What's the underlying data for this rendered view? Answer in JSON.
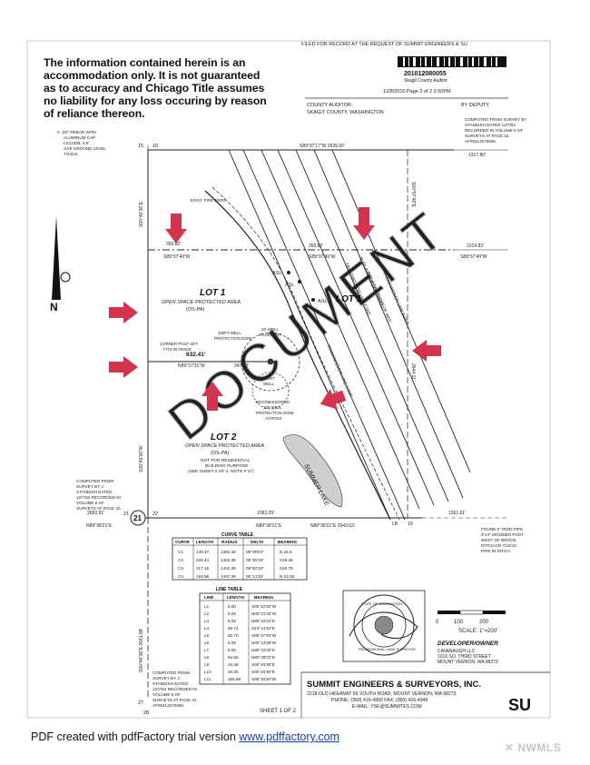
{
  "disclaimer": [
    "The information contained herein is an",
    "accommodation only. It is not guaranteed",
    "as to accuracy and Chicago Title assumes",
    "no liability for any loss occuring by reason",
    "of reliance thereon."
  ],
  "header": {
    "filed_for_record": "FILED FOR RECORD AT THE REQUEST OF SUMMIT ENGINEERS & SU",
    "barcode_number": "201012080055",
    "barcode_caption": "Skagit County Auditor",
    "recording_line": "12/8/2010 Page     2 of    2  2:50PM",
    "county_auditor": "COUNTY AUDITOR",
    "county_name": "SKAGIT COUNTY, WASHINGTON",
    "by_deputy": "BY DEPUTY"
  },
  "notes": {
    "top_left_monument": [
      "0. 3/4\" REBAR WITH",
      "ALUMINUM CAP",
      "LS12338, 0.6'",
      "OVE GROUND LEVEL",
      "7/24/10"
    ],
    "top_right_survey": [
      "COMPUTED FROM SURVEY BY",
      "STANDISH DATED 12/7/84",
      "RECORDED IN VOLUME 6 OF",
      "SURVEYS AT PAGE 22,",
      "AF#8412070066."
    ],
    "left_survey": [
      "COMPUTED FROM",
      "SURVEY BY J.",
      "STANDISH DATED",
      "12/7/84 RECORDED IN",
      "VOLUME 6 OF",
      "SURVEYS AT PAGE 22,",
      "AF#8412070066."
    ],
    "bottom_left_survey": [
      "COMPUTED FROM",
      "SURVEY BY J.",
      "STANDISH DATED",
      "12/7/84 RECORDED IN",
      "VOLUME 6 OF",
      "SURVEYS AT PAGE 22,",
      "AF#8412070066."
    ],
    "right_pipe": [
      "FOUND 2\" IRON PIPE",
      "4\"x4\" WOODEN POST",
      "WEST OF BROOK",
      "DITCH ON 7/24/10",
      "PIPE IN DITCH."
    ],
    "corner_post": [
      "CORNER POST SET",
      "FITS IN FENCE"
    ],
    "well_zone_upper": [
      "100FT WELL",
      "PROTECTION ZONE"
    ],
    "well_easement": [
      "20' WELL",
      "EASEMENT"
    ],
    "well_zone_lower": [
      "DECOMISSIONED",
      "100 WELL",
      "PROTECTION ZONE",
      "ACROSS"
    ],
    "exist_well": [
      "EXIST",
      "WELL"
    ],
    "exist_fire_pond": "EXIST. FIRE POND",
    "lot2_note": [
      "NOT FOR RESIDENTIAL",
      "BUILDING PURPOSE",
      "(SEE SHEET 2 OF 2, NOTE # 17)"
    ]
  },
  "map": {
    "lot1_left_title": "LOT 1",
    "lot1_left_sub": "OPEN SPACE PROTECTED AREA",
    "lot1_left_code": "(OS-PA)",
    "lot1_right_title": "LOT 1",
    "lot2_title": "LOT 2",
    "lot2_sub": "OPEN SPACE PROTECTED AREA",
    "lot2_code": "(OS-PA)",
    "lake": "SUMMER LAKE",
    "asl_labels": [
      "ASL",
      "ASL",
      "ASL"
    ],
    "corners": [
      "15",
      "16",
      "21",
      "22",
      "27",
      "28"
    ],
    "bearings": {
      "top": "S89°37'17\"W  2635.60'",
      "top_right_dist": "1317.80'",
      "mid_left_dist": "350.82'",
      "mid_left_bearing": "S89°37'49\"W",
      "mid_center_dist": "350.82'",
      "mid_center_bearing": "S89°37'49\"W",
      "mid_right_dist": "1319.83'",
      "mid_right_bearing": "S89°37'49\"W",
      "lot_line_dist": "632.41'",
      "lot_line_bearing": "N89°37'31\"W",
      "lot_line_seg": "247.60'",
      "bottom_left_dist": "2650.81'",
      "bottom_left_bearing": "N89°38'21\"E",
      "bottom_mid_dist": "1282.29'",
      "bottom_mid_bearing": "N89°38'21\"E",
      "bottom_total": "N89°38'21\"E  2643.63'",
      "bottom_right_dist": "1361.61'",
      "left_upper": "S00°46'36\"E",
      "left_lower": "S00°46'36\"W",
      "left_bottom": "S00°46'38\"E 2641.88'",
      "right_upper": "S00°57'48\"E",
      "right_lower": "2644.11'",
      "lb": "LB",
      "bottom_corner_19": "19"
    },
    "road_labels": [
      "TRANSMISSION LINE ESMT",
      "BURLINGTON NORTHERN",
      "RAILROAD RIGHT OF WAY",
      "TRANSMISSION LINE ESMT",
      "TRANSMISSION LINE ESMT"
    ],
    "watermark": "DOCUMENT"
  },
  "curve_table": {
    "title": "CURVE TABLE",
    "headers": [
      "CURVE",
      "LENGTH",
      "RADIUS",
      "DELTA",
      "BEARING"
    ],
    "rows": [
      [
        "C1",
        "149.47",
        "1392.39",
        "06°09'03\"",
        "N 24.8"
      ],
      [
        "C2",
        "226.44",
        "1402.39",
        "08°30'19\"",
        "S15.45"
      ],
      [
        "C3",
        "217.15",
        "1402.39",
        "08°52'19\"",
        "S20.79"
      ],
      [
        "C4",
        "159.98",
        "1467.39",
        "06°14'35\"",
        "N 23.08"
      ]
    ]
  },
  "line_table": {
    "title": "LINE TABLE",
    "headers": [
      "LINE",
      "LENGTH",
      "BEARING"
    ],
    "rows": [
      [
        "L1",
        "5.00",
        "S89°42'20\"W"
      ],
      [
        "L2",
        "6.00",
        "N00°21'32\"W"
      ],
      [
        "L3",
        "5.00",
        "N89°42'21\"E"
      ],
      [
        "L4",
        "58.74",
        "S43°14'40\"E"
      ],
      [
        "L5",
        "60.70",
        "S89°37'49\"W"
      ],
      [
        "L6",
        "8.00",
        "N00°12'58\"W"
      ],
      [
        "L7",
        "5.00",
        "N89°42'20\"E"
      ],
      [
        "L8",
        "54.55",
        "N80°28'21\"E"
      ],
      [
        "L9",
        "24.38",
        "S00°46'38\"E"
      ],
      [
        "L10",
        "30.00",
        "S00°46'38\"E"
      ],
      [
        "L11",
        "155.88",
        "S89°10'40\"W"
      ]
    ]
  },
  "seal": {
    "text": "PROFESSIONAL LAND SURVEYOR",
    "state": "STATE OF WASHINGTON"
  },
  "scale": {
    "ticks": [
      "0",
      "100",
      "200"
    ],
    "label": "SCALE: 1\"=200'"
  },
  "developer": {
    "heading": "DEVELOPER/OWNER",
    "lines": [
      "CAVANAUGH LLC",
      "1016 SO. THIRD STREET",
      "MOUNT VERNON, WA 98273"
    ]
  },
  "company": {
    "name": "SUMMIT ENGINEERS & SURVEYORS, INC.",
    "address": "2218 OLD HIGHWAY 99 SOUTH ROAD, MOUNT VERNON, WA 98273",
    "phone": "PHONE: (360) 416-4900  FAX: (360) 416-4949",
    "email": "E-MAIL: YSK@SUMMITES.COM",
    "logo_text": "SU"
  },
  "sheet": "SHEET 1 OF 2",
  "north": "N",
  "footer": {
    "prefix": "PDF created with pdfFactory trial version ",
    "link": "www.pdffactory.com"
  },
  "watermark_mark": "NWMLS",
  "colors": {
    "arrow": "#d5344e",
    "ink": "#222222",
    "link": "#1a3fb0"
  }
}
